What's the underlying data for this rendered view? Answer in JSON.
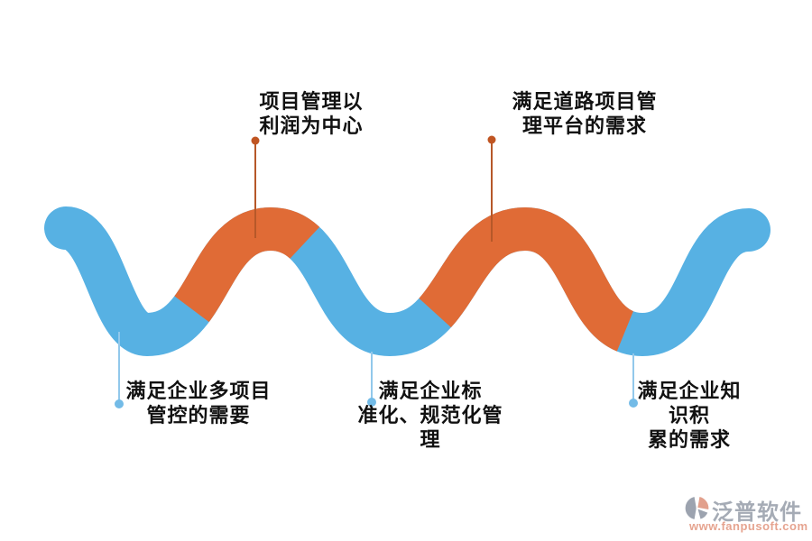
{
  "colors": {
    "wave_blue": "#57B1E3",
    "wave_orange": "#E06B36",
    "connector_orange_line": "#B65829",
    "connector_orange_dot": "#C05522",
    "connector_blue_line": "#92C8EB",
    "connector_blue_dot": "#73BBE7",
    "label_text": "#111111",
    "logo_gray": "#9CA3AF",
    "logo_salmon": "#E2A08C",
    "brand_text": "#A5ABB5",
    "url_text": "#E6A490"
  },
  "wave": {
    "segment_order": [
      "blue",
      "orange",
      "blue",
      "orange",
      "blue"
    ],
    "orange_dasharray": "0 197 158 185 282 178"
  },
  "labels": [
    {
      "id": "profit-center",
      "text": "项目管理以\n利润为中心"
    },
    {
      "id": "road-platform",
      "text": "满足道路项目管\n理平台的需求"
    },
    {
      "id": "multi-project",
      "text": "满足企业多项目\n管控的需要"
    },
    {
      "id": "standardization",
      "text": "满足企业标\n准化、规范化管\n理"
    },
    {
      "id": "knowledge",
      "text": "满足企业知识积\n累的需求"
    }
  ],
  "watermark": {
    "brand": "泛普软件",
    "url": "www.fanpusoft.com"
  }
}
